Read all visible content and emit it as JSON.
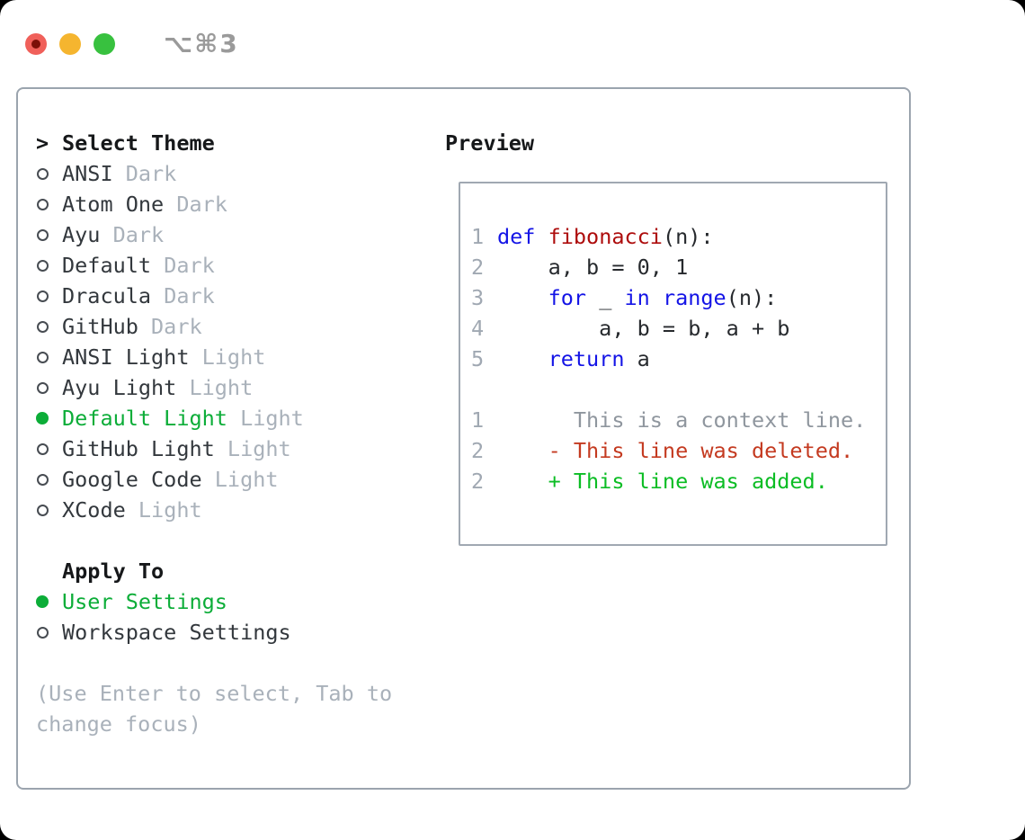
{
  "titlebar": {
    "shortcut": "⌥⌘3"
  },
  "theme_list": {
    "header": "Select Theme",
    "items": [
      {
        "name": "ANSI",
        "variant": "Dark",
        "selected": false
      },
      {
        "name": "Atom One",
        "variant": "Dark",
        "selected": false
      },
      {
        "name": "Ayu",
        "variant": "Dark",
        "selected": false
      },
      {
        "name": "Default",
        "variant": "Dark",
        "selected": false
      },
      {
        "name": "Dracula",
        "variant": "Dark",
        "selected": false
      },
      {
        "name": "GitHub",
        "variant": "Dark",
        "selected": false
      },
      {
        "name": "ANSI Light",
        "variant": "Light",
        "selected": false
      },
      {
        "name": "Ayu Light",
        "variant": "Light",
        "selected": false
      },
      {
        "name": "Default Light",
        "variant": "Light",
        "selected": true
      },
      {
        "name": "GitHub Light",
        "variant": "Light",
        "selected": false
      },
      {
        "name": "Google Code",
        "variant": "Light",
        "selected": false
      },
      {
        "name": "XCode",
        "variant": "Light",
        "selected": false
      }
    ]
  },
  "apply_to": {
    "header": "Apply To",
    "options": [
      {
        "label": "User Settings",
        "selected": true
      },
      {
        "label": "Workspace Settings",
        "selected": false
      }
    ]
  },
  "hint": "(Use Enter to select, Tab to change focus)",
  "preview": {
    "header": "Preview",
    "lines": [
      {
        "num": "1",
        "tokens": [
          {
            "c": "kw",
            "t": "def"
          },
          {
            "c": "pl",
            "t": " "
          },
          {
            "c": "fn",
            "t": "fibonacci"
          },
          {
            "c": "pl",
            "t": "(n):"
          }
        ]
      },
      {
        "num": "2",
        "tokens": [
          {
            "c": "pl",
            "t": "    a, b = 0, 1"
          }
        ]
      },
      {
        "num": "3",
        "tokens": [
          {
            "c": "pl",
            "t": "    "
          },
          {
            "c": "kw",
            "t": "for"
          },
          {
            "c": "pl",
            "t": " _ "
          },
          {
            "c": "kw",
            "t": "in"
          },
          {
            "c": "pl",
            "t": " "
          },
          {
            "c": "kw",
            "t": "range"
          },
          {
            "c": "pl",
            "t": "(n):"
          }
        ]
      },
      {
        "num": "4",
        "tokens": [
          {
            "c": "pl",
            "t": "        a, b = b, a + b"
          }
        ]
      },
      {
        "num": "5",
        "tokens": [
          {
            "c": "pl",
            "t": "    "
          },
          {
            "c": "kw",
            "t": "return"
          },
          {
            "c": "pl",
            "t": " a"
          }
        ]
      },
      {
        "num": "",
        "tokens": []
      },
      {
        "num": "1",
        "tokens": [
          {
            "c": "ctx",
            "t": "      This is a context line."
          }
        ]
      },
      {
        "num": "2",
        "tokens": [
          {
            "c": "del",
            "t": "    - This line was deleted."
          }
        ]
      },
      {
        "num": "2",
        "tokens": [
          {
            "c": "add",
            "t": "    + This line was added."
          }
        ]
      }
    ]
  },
  "colors": {
    "selection_green": "#0cad38",
    "keyword_blue": "#1414e6",
    "function_red": "#ad0c0c",
    "deleted_red": "#c43a20",
    "added_green": "#0bbd24",
    "muted_gray": "#a9b1ba",
    "traffic_red": "#f0605a",
    "traffic_yellow": "#f5b52f",
    "traffic_green": "#38c13f"
  }
}
